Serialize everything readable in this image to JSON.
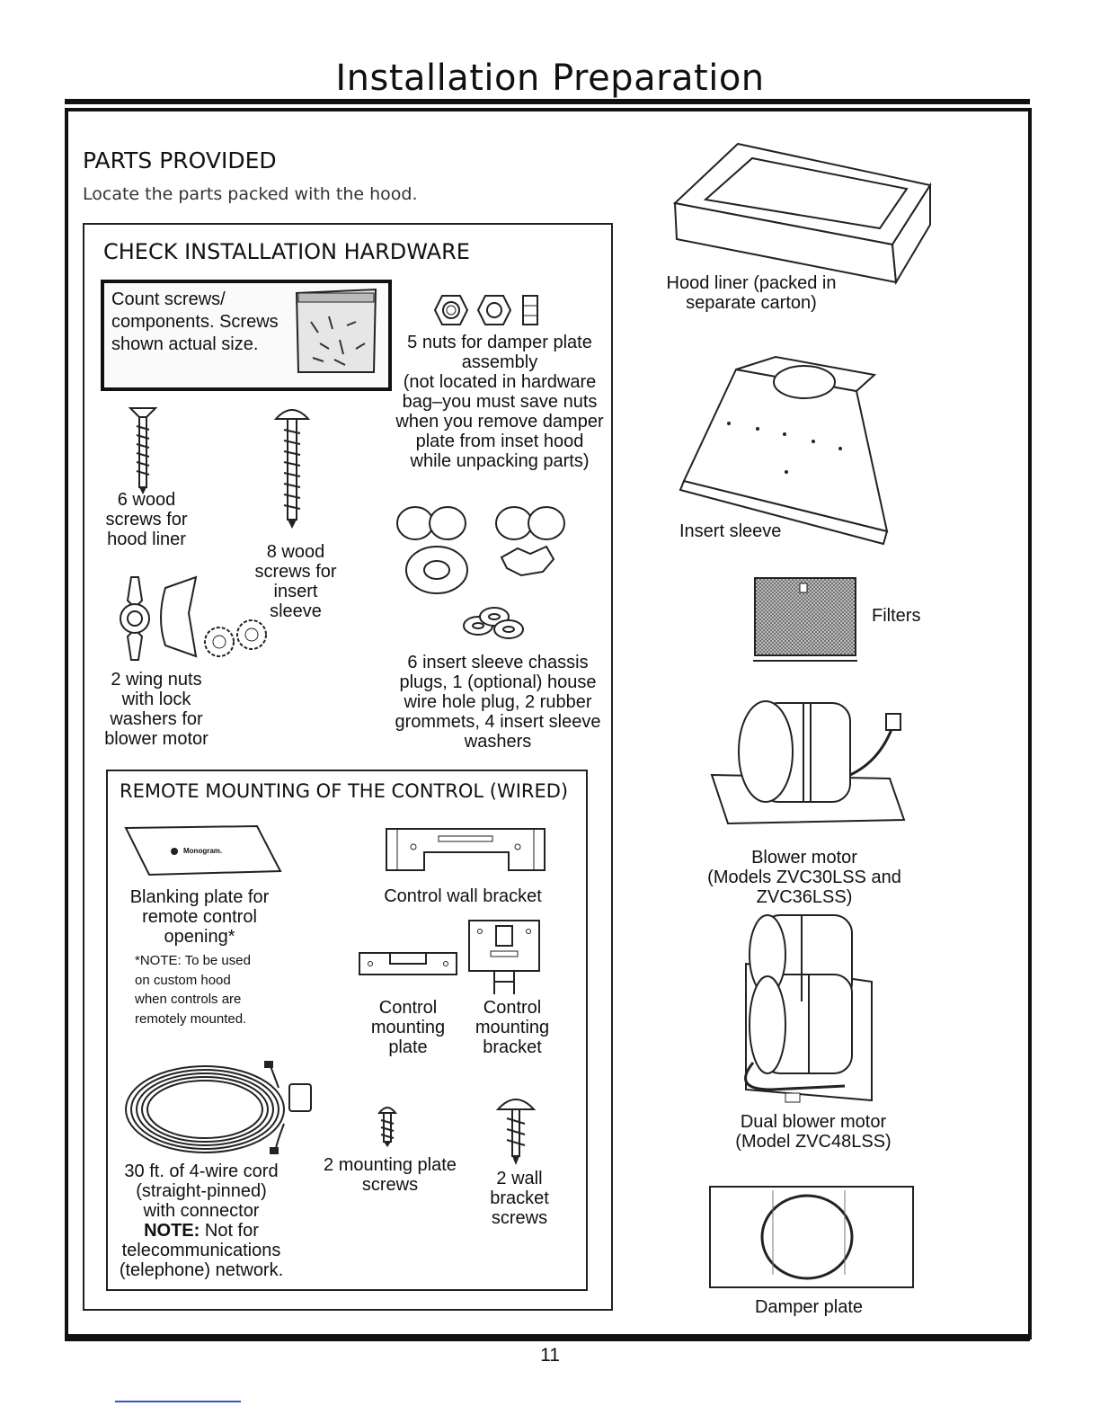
{
  "page_title": "Installation Preparation",
  "parts_provided": {
    "heading": "PARTS PROVIDED",
    "subtext": "Locate the parts packed with the hood."
  },
  "hardware": {
    "heading": "CHECK INSTALLATION HARDWARE",
    "count_note": "Count screws/ components. Screws shown actual size.",
    "nuts_caption": [
      "5 nuts for damper plate",
      "assembly",
      "(not located in hardware",
      "bag–you must save nuts",
      "when you remove damper",
      "plate from inset hood",
      "while unpacking parts)"
    ],
    "wood_screws_liner": [
      "6 wood",
      "screws for",
      "hood liner"
    ],
    "wood_screws_sleeve": [
      "8 wood",
      "screws for",
      "insert",
      "sleeve"
    ],
    "wing_nuts": [
      "2 wing nuts",
      "with lock",
      "washers for",
      "blower motor"
    ],
    "plugs_caption": [
      "6 insert sleeve chassis",
      "plugs, 1 (optional) house",
      "wire hole plug, 2 rubber",
      "grommets, 4 insert sleeve",
      "washers"
    ]
  },
  "remote": {
    "heading": "REMOTE MOUNTING OF THE CONTROL (WIRED)",
    "blanking_plate": [
      "Blanking plate for",
      "remote control",
      "opening*"
    ],
    "blanking_logo": "Monogram.",
    "note": [
      "*NOTE: To be used",
      "on custom hood",
      "when controls are",
      "remotely mounted."
    ],
    "wall_bracket": "Control wall bracket",
    "mounting_plate": [
      "Control",
      "mounting",
      "plate"
    ],
    "mounting_bracket": [
      "Control",
      "mounting",
      "bracket"
    ],
    "cord": [
      "30 ft. of 4-wire cord",
      "(straight-pinned)",
      "with connector"
    ],
    "cord_note_label": "NOTE:",
    "cord_note": [
      "Not for",
      "telecommunications",
      "(telephone) network."
    ],
    "plate_screws": [
      "2 mounting plate",
      "screws"
    ],
    "wall_screws": [
      "2 wall",
      "bracket",
      "screws"
    ]
  },
  "right_column": {
    "hood_liner": [
      "Hood liner (packed in",
      "separate carton)"
    ],
    "insert_sleeve": "Insert sleeve",
    "filters": "Filters",
    "blower_motor": [
      "Blower motor",
      "(Models ZVC30LSS and ZVC36LSS)"
    ],
    "dual_blower": [
      "Dual blower motor",
      "(Model ZVC48LSS)"
    ],
    "damper_plate": "Damper plate"
  },
  "page_number": "11"
}
